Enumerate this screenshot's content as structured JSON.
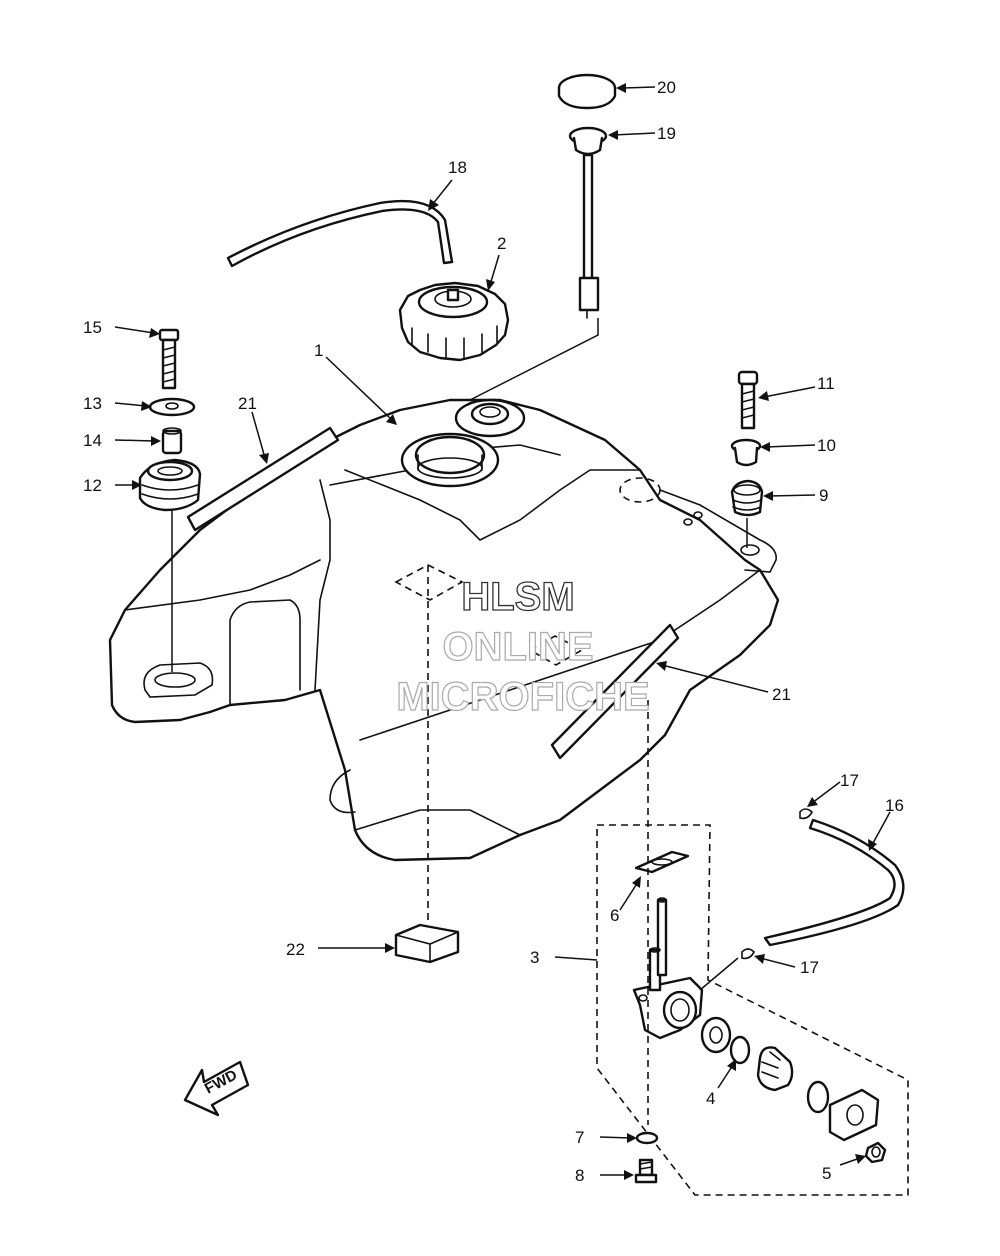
{
  "watermark": {
    "line1": "HLSM",
    "line2": "ONLINE",
    "line3": "MICROFICHE"
  },
  "direction_label": "FWD",
  "callouts": [
    "1",
    "2",
    "3",
    "4",
    "5",
    "6",
    "7",
    "8",
    "9",
    "10",
    "11",
    "12",
    "13",
    "14",
    "15",
    "16",
    "17",
    "18",
    "19",
    "20",
    "21",
    "22"
  ],
  "callout_repeats": {
    "17b": "17",
    "21b": "21"
  }
}
